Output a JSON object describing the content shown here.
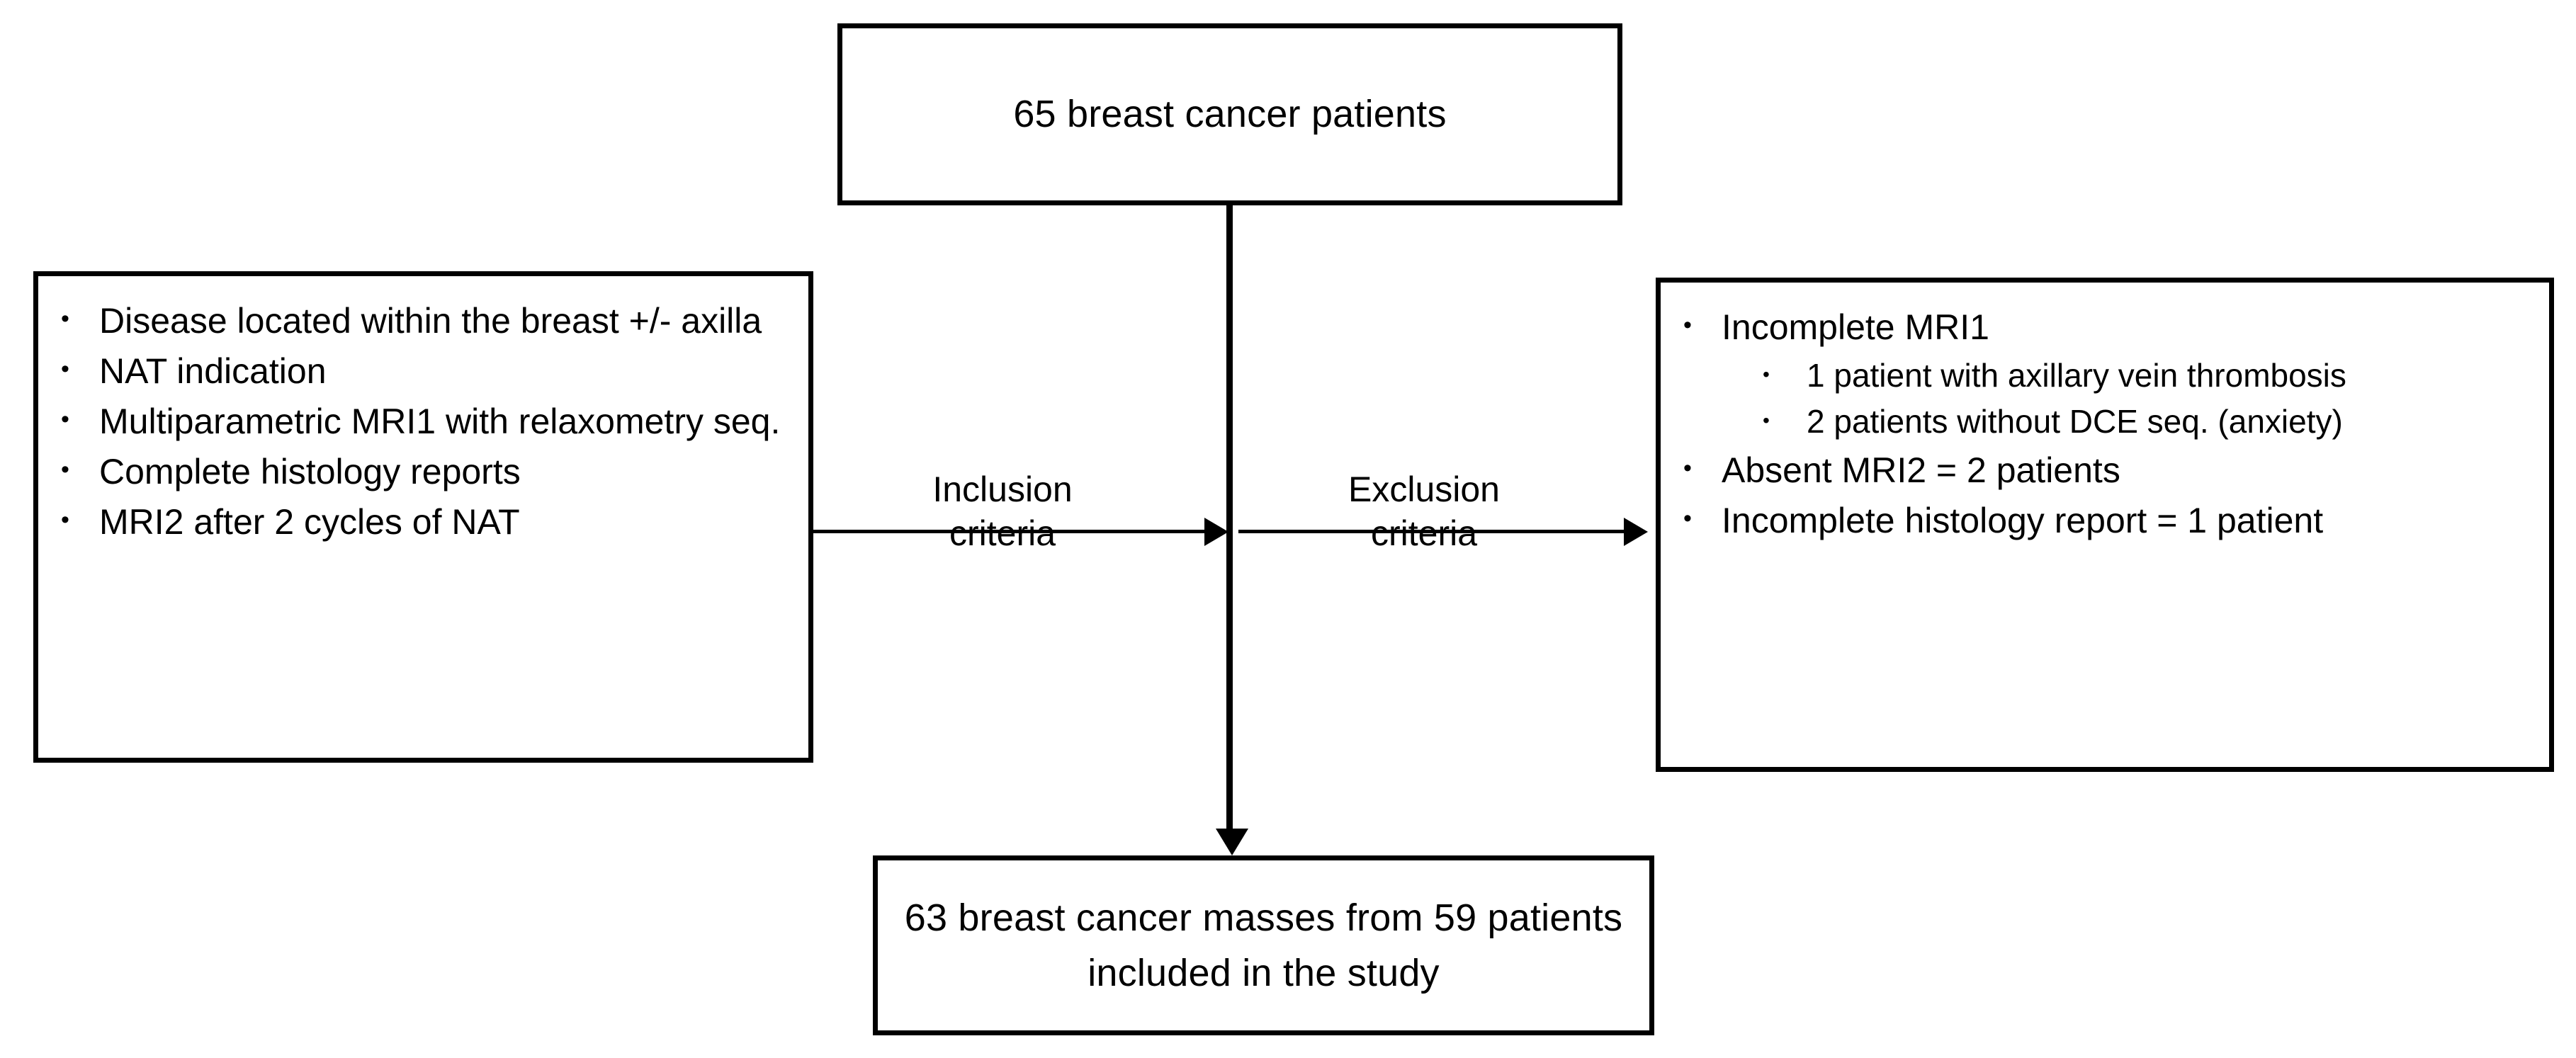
{
  "diagram": {
    "type": "patient-selection-flowchart",
    "nodes": {
      "source": {
        "text": "65 breast cancer patients"
      },
      "inclusion_box": {
        "items": [
          {
            "level": 1,
            "bullet": "•",
            "text": "Disease located within the breast +/- axilla"
          },
          {
            "level": 1,
            "bullet": "•",
            "text": "NAT indication"
          },
          {
            "level": 1,
            "bullet": "•",
            "text": "Multiparametric MRI1 with relaxometry seq."
          },
          {
            "level": 1,
            "bullet": "•",
            "text": "Complete histology reports"
          },
          {
            "level": 1,
            "bullet": "•",
            "text": "MRI2 after 2 cycles of NAT"
          }
        ]
      },
      "exclusion_box": {
        "items": [
          {
            "level": 1,
            "bullet": "•",
            "text": "Incomplete MRI1"
          },
          {
            "level": 2,
            "bullet": "•",
            "text": "1 patient with axillary vein thrombosis"
          },
          {
            "level": 2,
            "bullet": "•",
            "text": "2 patients without DCE seq. (anxiety)"
          },
          {
            "level": 1,
            "bullet": "•",
            "text": "Absent MRI2 = 2 patients"
          },
          {
            "level": 1,
            "bullet": "•",
            "text": "Incomplete histology report = 1 patient"
          }
        ]
      },
      "result": {
        "text": "63 breast cancer masses from 59 patients included in the study"
      }
    },
    "edges": {
      "inclusion": {
        "label": "Inclusion\ncriteria"
      },
      "exclusion": {
        "label": "Exclusion\ncriteria"
      }
    },
    "colors": {
      "stroke": "#000000",
      "background": "#ffffff",
      "text": "#000000"
    }
  }
}
